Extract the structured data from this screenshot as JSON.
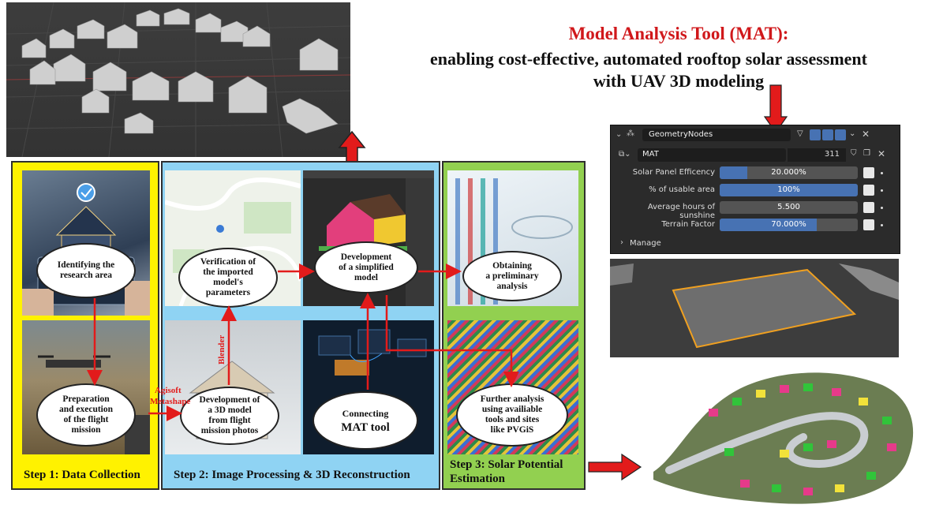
{
  "header": {
    "title_line1": "Model Analysis Tool (MAT):",
    "title_line2": "enabling cost-effective, automated rooftop solar assessment",
    "title_line3": "with UAV 3D modeling"
  },
  "steps": {
    "step1_label": "Step 1: Data Collection",
    "step2_label": "Step 2: Image Processing & 3D Reconstruction",
    "step3_label_line1": "Step 3: Solar Potential",
    "step3_label_line2": "Estimation"
  },
  "nodes": {
    "identify": [
      "Identifying the",
      "research area"
    ],
    "flight": [
      "Preparation",
      "and execution",
      "of the flight",
      "mission"
    ],
    "verify": [
      "Verification of",
      "the imported",
      "model's",
      "parameters"
    ],
    "model3d": [
      "Development of",
      "a 3D model",
      "from flight",
      "mission photos"
    ],
    "simplified": [
      "Development",
      "of a simplified",
      "model"
    ],
    "mat": [
      "Connecting",
      "MAT tool"
    ],
    "preliminary": [
      "Obtaining",
      "a preliminary",
      "analysis"
    ],
    "further": [
      "Further analysis",
      "using availiable",
      "tools and sites",
      "like PVGiS"
    ]
  },
  "edge_labels": {
    "agisoft": [
      "Agisoft",
      "Metashape"
    ],
    "blender": "Blender"
  },
  "geometry_nodes_panel": {
    "modifier_name": "GeometryNodes",
    "node_group": "MAT",
    "user_count": "311",
    "params": [
      {
        "label": "Solar Panel Efficency",
        "value": "20.000%",
        "fraction": 0.2
      },
      {
        "label": "% of usable area",
        "value": "100%",
        "fraction": 1.0
      },
      {
        "label": "Average hours of sunshine",
        "value": "5.500",
        "fraction": 0.0
      },
      {
        "label": "Terrain Factor",
        "value": "70.000%",
        "fraction": 0.7
      }
    ],
    "manage_label": "Manage"
  },
  "colors": {
    "title_red": "#d0181b",
    "arrow_red": "#e21b1b",
    "step1_bg": "#fff200",
    "step2_bg": "#8fd3f3",
    "step3_bg": "#92d050",
    "blender_blue": "#4772b3"
  }
}
